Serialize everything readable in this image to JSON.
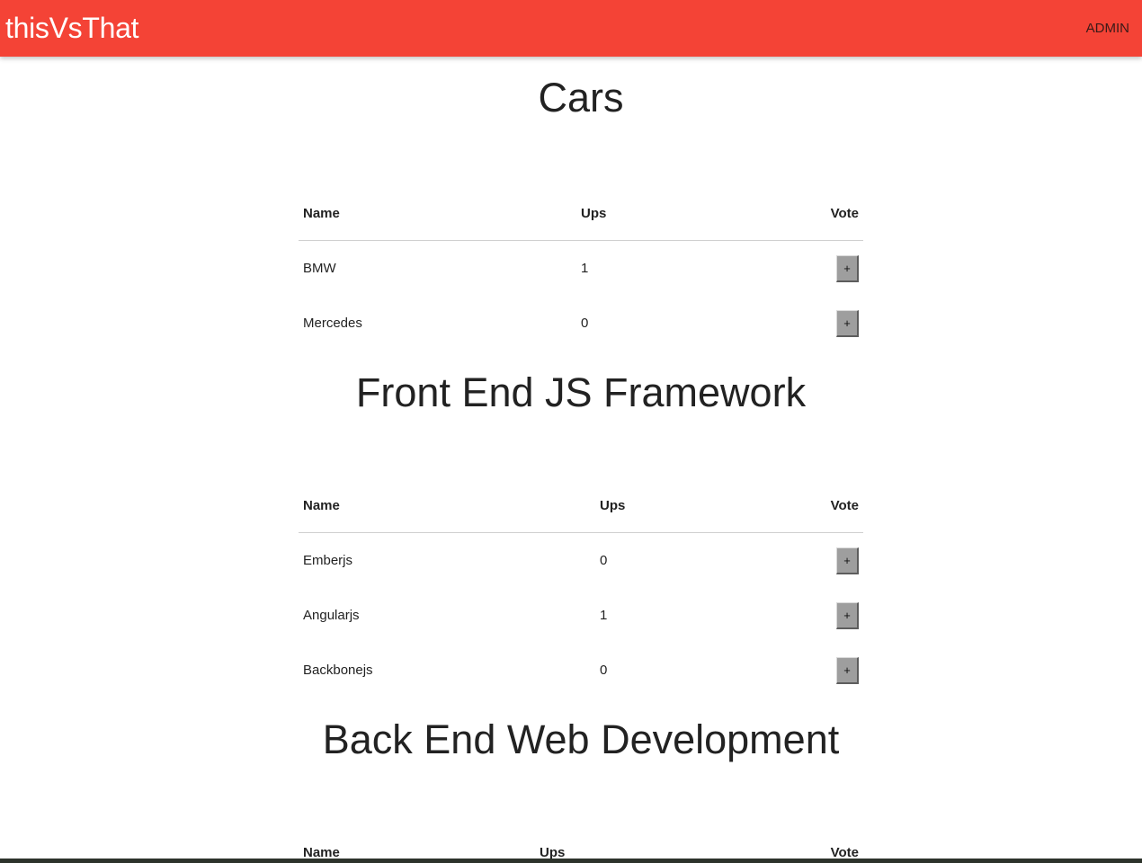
{
  "nav": {
    "brand": "thisVsThat",
    "admin": "ADMIN"
  },
  "columns": {
    "name": "Name",
    "ups": "Ups",
    "vote": "Vote"
  },
  "vote_button_label": "+",
  "sections": [
    {
      "title": "Cars",
      "rows": [
        {
          "name": "BMW",
          "ups": "1"
        },
        {
          "name": "Mercedes",
          "ups": "0"
        }
      ]
    },
    {
      "title": "Front End JS Framework",
      "rows": [
        {
          "name": "Emberjs",
          "ups": "0"
        },
        {
          "name": "Angularjs",
          "ups": "1"
        },
        {
          "name": "Backbonejs",
          "ups": "0"
        }
      ]
    },
    {
      "title": "Back End Web Development",
      "rows": []
    }
  ],
  "colors": {
    "navbar": "#f44336",
    "brand_text": "#ffffff",
    "vote_button": "#9e9e9e"
  }
}
